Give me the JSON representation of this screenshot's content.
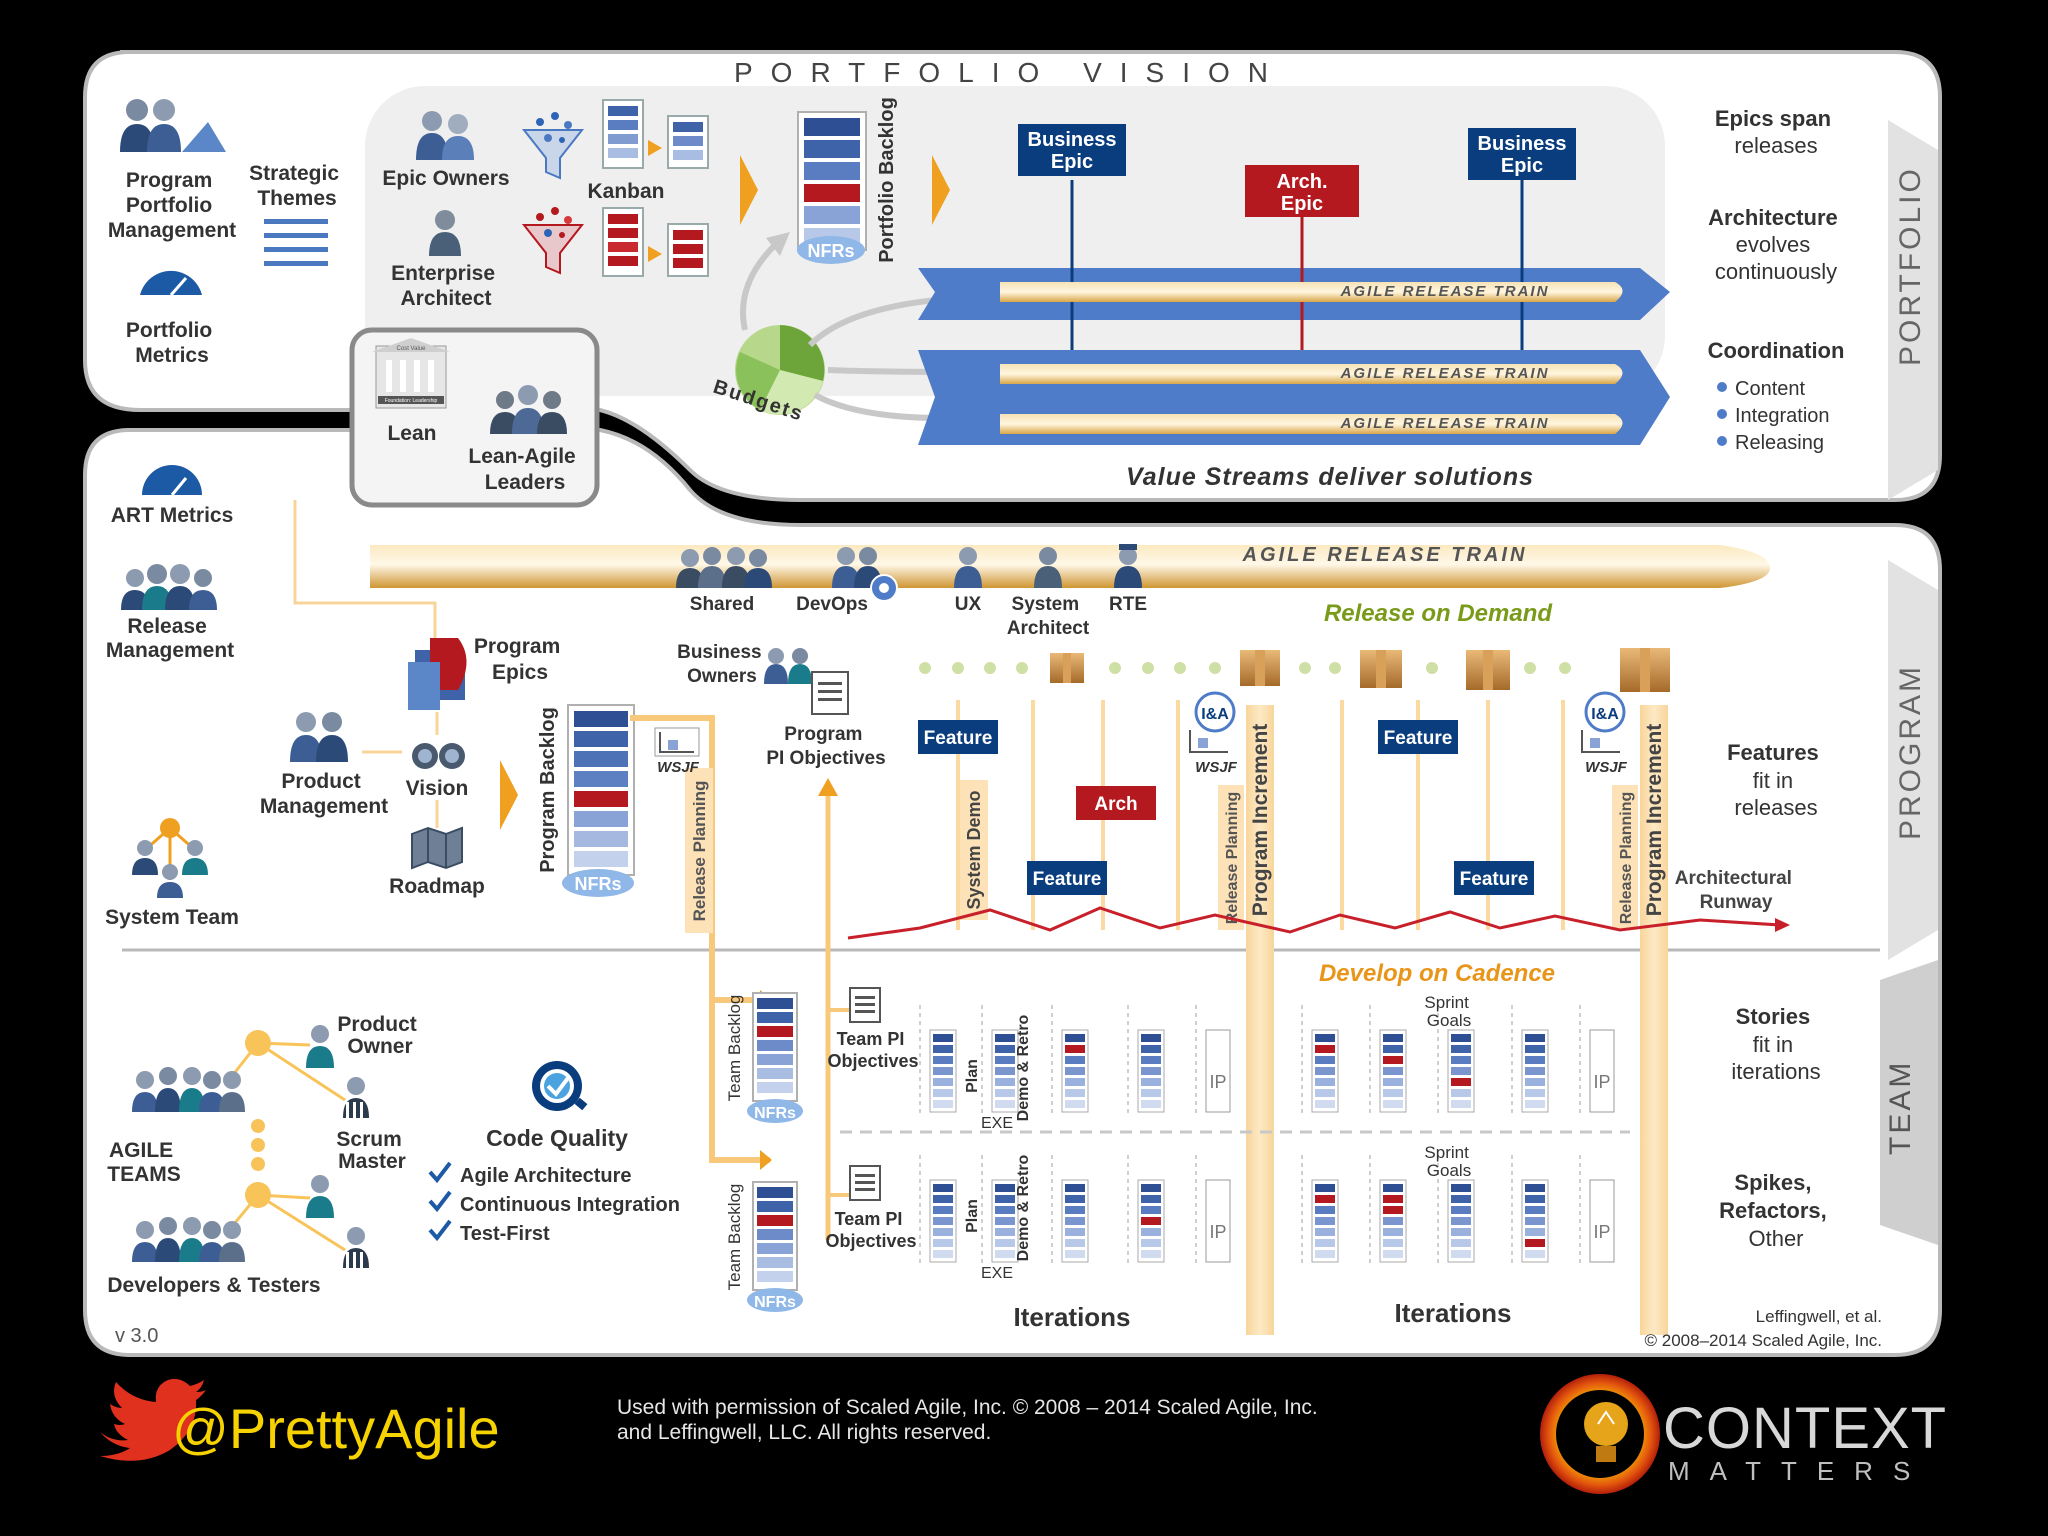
{
  "portfolio": {
    "title": "PORTFOLIO VISION",
    "left_items": {
      "program_portfolio_management": [
        "Program",
        "Portfolio",
        "Management"
      ],
      "strategic_themes": [
        "Strategic",
        "Themes"
      ],
      "portfolio_metrics": [
        "Portfolio",
        "Metrics"
      ],
      "epic_owners": "Epic Owners",
      "enterprise_architect": [
        "Enterprise",
        "Architect"
      ],
      "kanban": "Kanban",
      "nfrs": "NFRs",
      "portfolio_backlog": "Portfolio Backlog",
      "budgets": "Budgets"
    },
    "epics": [
      {
        "label": [
          "Business",
          "Epic"
        ],
        "color": "#0a3d7e"
      },
      {
        "label": [
          "Arch.",
          "Epic"
        ],
        "color": "#b3191e"
      },
      {
        "label": [
          "Business",
          "Epic"
        ],
        "color": "#0a3d7e"
      }
    ],
    "train_label": "AGILE RELEASE TRAIN",
    "value_streams": "Value Streams deliver solutions",
    "right_notes": {
      "epics_span": [
        "Epics span",
        "releases"
      ],
      "architecture": [
        "Architecture",
        "evolves",
        "continuously"
      ],
      "coordination": "Coordination",
      "coordination_items": [
        "Content",
        "Integration",
        "Releasing"
      ]
    },
    "tab": "PORTFOLIO"
  },
  "lean": {
    "lean": "Lean",
    "leaders": [
      "Lean-Agile",
      "Leaders"
    ],
    "building_title": "Cost Value",
    "building_base": "Foundation: Leadership"
  },
  "program": {
    "art_metrics": "ART Metrics",
    "release_management": [
      "Release",
      "Management"
    ],
    "system_team": "System Team",
    "program_epics": [
      "Program",
      "Epics"
    ],
    "product_management": [
      "Product",
      "Management"
    ],
    "vision": "Vision",
    "roadmap": "Roadmap",
    "program_backlog": "Program Backlog",
    "nfrs": "NFRs",
    "wsjf": "WSJF",
    "release_planning": "Release Planning",
    "business_owners": [
      "Business",
      "Owners"
    ],
    "program_pi_objectives": [
      "Program",
      "PI Objectives"
    ],
    "train_label": "AGILE RELEASE TRAIN",
    "roles": [
      {
        "label": [
          "Shared"
        ]
      },
      {
        "label": [
          "DevOps"
        ]
      },
      {
        "label": [
          "UX"
        ]
      },
      {
        "label": [
          "System",
          "Architect"
        ]
      },
      {
        "label": [
          "RTE"
        ]
      }
    ],
    "release_on_demand": "Release on Demand",
    "features": [
      "Feature",
      "Feature",
      "Feature",
      "Feature"
    ],
    "arch": "Arch",
    "system_demo": "System Demo",
    "ia": "I&A",
    "program_increment": "Program Increment",
    "features_fit": [
      "Features",
      "fit in",
      "releases"
    ],
    "architectural_runway": [
      "Architectural",
      "Runway"
    ],
    "tab": "PROGRAM"
  },
  "team": {
    "product_owner": [
      "Product",
      "Owner"
    ],
    "scrum_master": [
      "Scrum",
      "Master"
    ],
    "agile_teams": [
      "AGILE",
      "TEAMS"
    ],
    "developers_testers": "Developers & Testers",
    "code_quality": "Code Quality",
    "quality_items": [
      "Agile Architecture",
      "Continuous Integration",
      "Test-First"
    ],
    "team_backlog": "Team Backlog",
    "nfrs": "NFRs",
    "team_pi_objectives": [
      "Team PI",
      "Objectives"
    ],
    "develop_on_cadence": "Develop on Cadence",
    "plan": "Plan",
    "exe": "EXE",
    "demo_retro": "Demo & Retro",
    "sprint_goals": [
      "Sprint",
      "Goals"
    ],
    "ip": "I P",
    "iterations": "Iterations",
    "stories_fit": [
      "Stories",
      "fit in",
      "iterations"
    ],
    "spikes": [
      "Spikes,",
      "Refactors,",
      "Other"
    ],
    "tab": "TEAM"
  },
  "credits": {
    "version": "v 3.0",
    "author": "Leffingwell, et al.",
    "copyright": "© 2008–2014 Scaled Agile, Inc."
  },
  "footer": {
    "handle": "@PrettyAgile",
    "permission": [
      "Used with permission of Scaled Agile, Inc.  © 2008 – 2014 Scaled Agile, Inc.",
      "and Leffingwell, LLC.  All rights reserved."
    ],
    "brand": "CONTEXT",
    "brand_sub": "MATTERS"
  },
  "colors": {
    "navy": "#0a3d7e",
    "red": "#b3191e",
    "orange": "#f0a020",
    "gold_text": "#e8951a",
    "green_text": "#7a9a1a",
    "arrow_blue": "#4e7cc8",
    "twitter": "#e0301e",
    "handle": "#f6d200"
  },
  "icons": [
    "people-icon",
    "dial-icon",
    "funnel-icon",
    "pie-icon",
    "binoculars-icon",
    "map-icon",
    "box-icon",
    "checkmark-icon",
    "twitter-bird-icon",
    "lightbulb-icon"
  ]
}
